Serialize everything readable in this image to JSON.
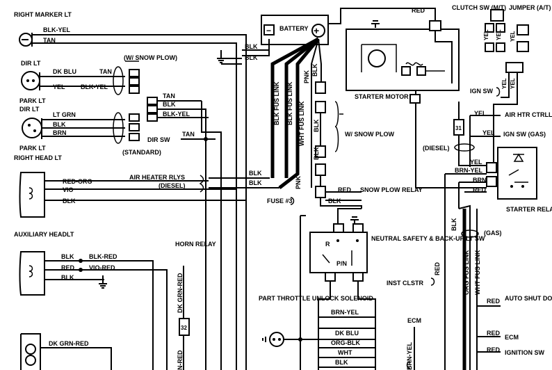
{
  "components": {
    "right_marker_lt": "RIGHT MARKER LT",
    "dir_lt": "DIR LT",
    "park_lt_top": "PARK LT",
    "park_dir_lt": "PARK LT DIR LT",
    "park_lt_bottom": "PARK LT",
    "right_head_lt": "RIGHT HEAD LT",
    "auxiliary_headlt": "AUXILIARY HEADLT",
    "battery": "BATTERY",
    "starter_motor": "STARTER MOTOR",
    "clutch_sw": "CLUTCH SW (M/T)",
    "jumper": "JUMPER (A/T)",
    "ign_sw_top": "IGN SW",
    "air_htr_ctrllr": "AIR HTR CTRLLR",
    "ign_sw_gas": "IGN SW (GAS)",
    "starter_relay": "STARTER RELAY",
    "snow_plow_relay": "SNOW PLOW RELAY",
    "fuse3": "FUSE #3",
    "neutral_safety": "NEUTRAL SAFETY & BACK-UP LT SW",
    "horn_relay": "HORN RELAY",
    "part_throttle": "PART THROTTLE UNLOCK SOLENOID",
    "inst_clstr": "INST CLSTR",
    "auto_shut_down": "AUTO SHUT DOWN RLY",
    "ecm_right": "ECM",
    "ignition_sw": "IGNITION SW",
    "ecm_bottom": "ECM",
    "air_heater_rlys": "AIR HEATER RLYS",
    "diesel_left": "(DIESEL)",
    "diesel_right": "(DIESEL)",
    "dir_sw": "DIR SW",
    "w_snow_plow_left": "(W/ SNOW PLOW)",
    "standard": "(STANDARD)",
    "w_snow_plow_center": "W/ SNOW PLOW",
    "gas": "(GAS)"
  },
  "wires": {
    "blk_yel": "BLK-YEL",
    "tan": "TAN",
    "dk_blu": "DK BLU",
    "yel": "YEL",
    "lt_grn": "LT GRN",
    "blk": "BLK",
    "brn": "BRN",
    "red_org": "RED-ORG",
    "vio": "VIO",
    "blk_red": "BLK-RED",
    "red": "RED",
    "vio_red": "VIO-RED",
    "dk_grn_red": "DK GRN-RED",
    "blk_fus_link": "BLK FUS LINK",
    "wht_fus_link": "WHT FUS LINK",
    "pnk": "PNK",
    "brn_yel": "BRN-YEL",
    "org_blk": "ORG-BLK",
    "wht": "WHT",
    "org_fus_link": "ORG FUS LINK",
    "n_red": "N-RED"
  },
  "symbols": {
    "relay_r": "R",
    "relay_pn": "P/N",
    "conn_31": "31",
    "conn_32": "32",
    "minus": "−",
    "plus": "+"
  }
}
